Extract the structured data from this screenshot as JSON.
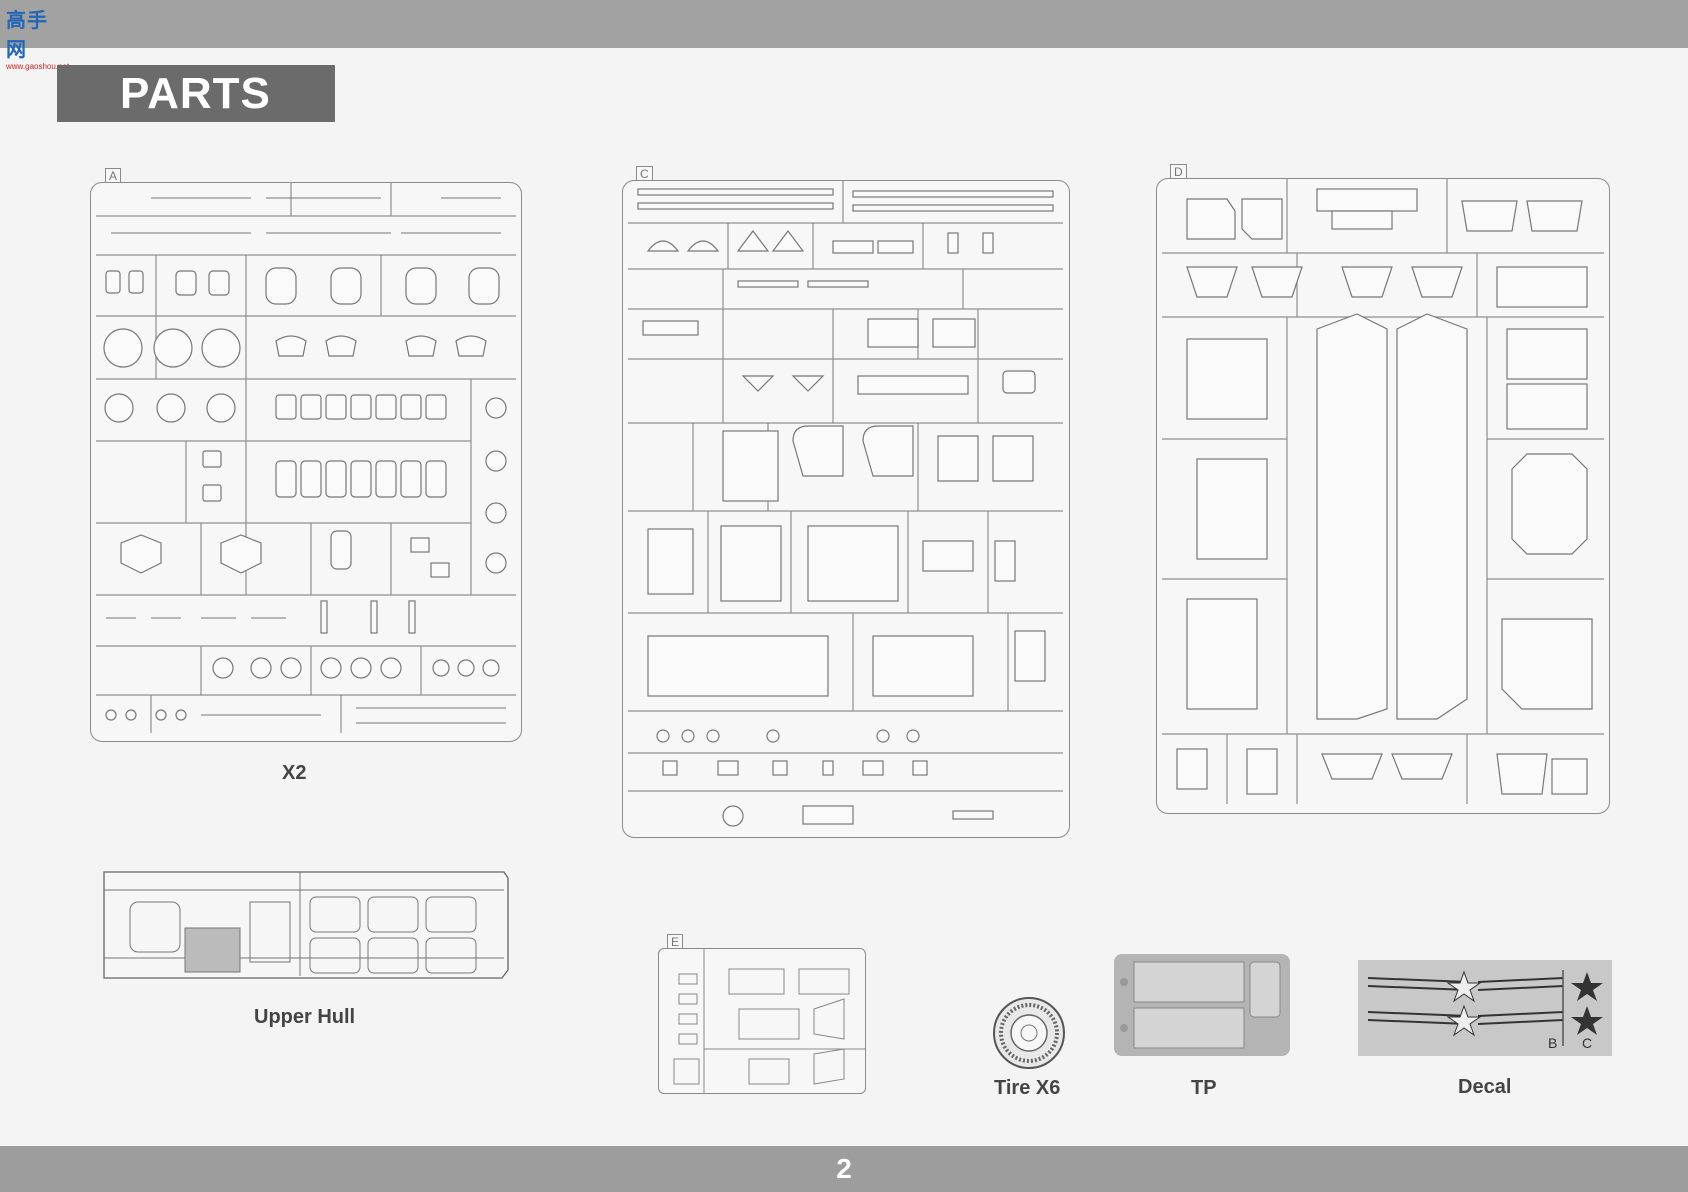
{
  "header": {
    "title": "PARTS",
    "logo_text": "高手网",
    "logo_sub": "www.gaoshou.net"
  },
  "sprues": [
    {
      "letter": "A",
      "caption": "X2"
    },
    {
      "letter": "C",
      "caption": ""
    },
    {
      "letter": "D",
      "caption": ""
    },
    {
      "letter": "E",
      "caption": ""
    }
  ],
  "items": {
    "upper_hull": "Upper Hull",
    "tire": "Tire  X6",
    "tp": "TP",
    "decal": "Decal",
    "decal_labels": [
      "B",
      "C"
    ]
  },
  "footer": {
    "page_number": "2"
  },
  "colors": {
    "bars": "#a0a0a0",
    "title_box": "#6b6b6b",
    "lines": "#888888"
  }
}
